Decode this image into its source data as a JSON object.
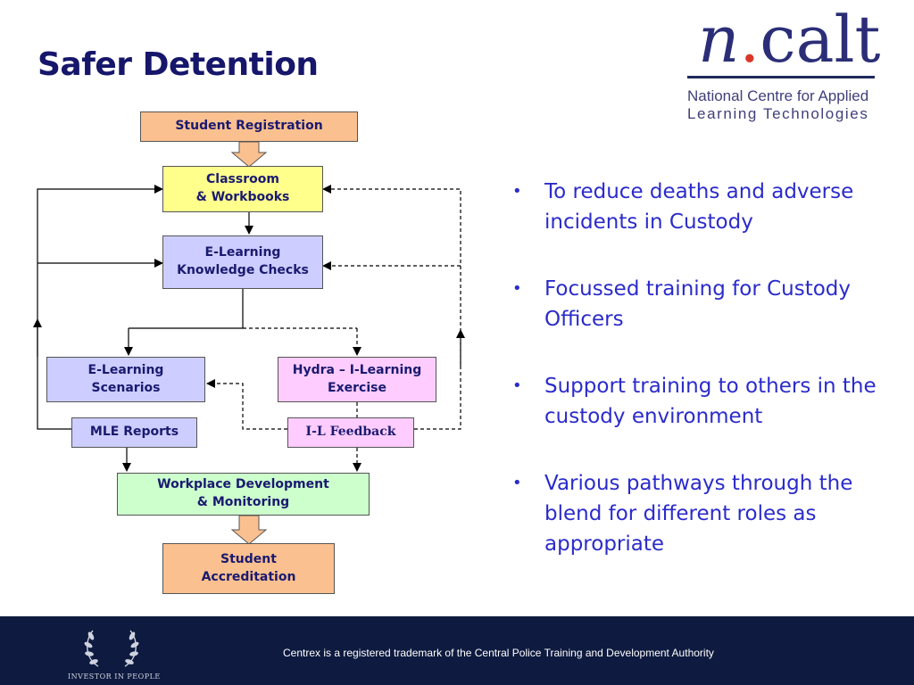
{
  "title": "Safer Detention",
  "logo": {
    "mark_n": "n",
    "mark_dot": ".",
    "mark_rest": "calt",
    "line1": "National Centre for Applied",
    "line2": "Learning Technologies"
  },
  "diagram": {
    "student_registration": "Student Registration",
    "classroom": "Classroom\n& Workbooks",
    "elearning_checks": "E-Learning\nKnowledge Checks",
    "elearning_scenarios": "E-Learning\nScenarios",
    "hydra": "Hydra – I-Learning\nExercise",
    "mle_reports": "MLE Reports",
    "il_feedback": "I-L Feedback",
    "workplace": "Workplace Development\n& Monitoring",
    "accreditation": "Student\nAccreditation"
  },
  "bullets": [
    "To reduce deaths and adverse incidents in Custody",
    "Focussed training for Custody Officers",
    "Support training to others in the custody environment",
    "Various pathways through the blend for different roles as appropriate"
  ],
  "footer": {
    "trademark": "Centrex is a registered trademark of the Central Police Training and Development Authority",
    "iip_label": "INVESTOR IN PEOPLE"
  },
  "colors": {
    "title": "#16166b",
    "bullet_text": "#2b2bcc",
    "footer_bg": "#0e1a3f"
  }
}
